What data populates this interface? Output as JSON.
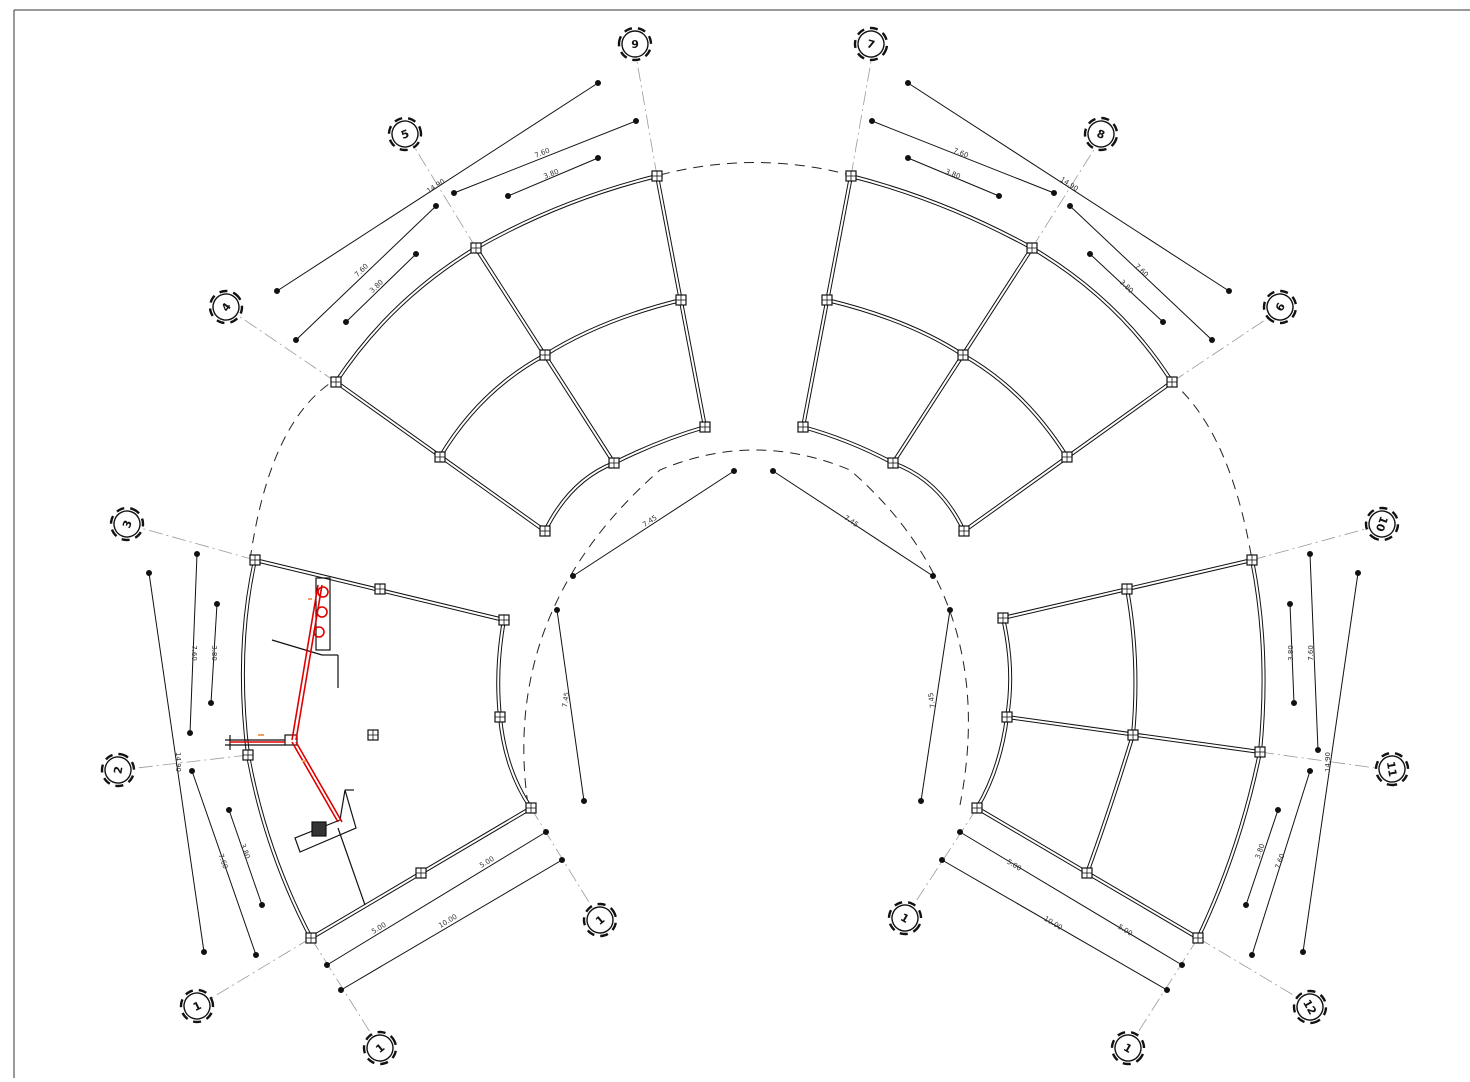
{
  "grid_labels": [
    "1",
    "2",
    "3",
    "4",
    "5",
    "6",
    "7",
    "8",
    "9",
    "10",
    "11",
    "12"
  ],
  "auxiliary_grid_label": "1",
  "dimensions": {
    "outer_span": "14.90",
    "middle_span": "7.60",
    "inner_span": "3.80",
    "radial_span": "7.45",
    "radial_long": "10.00",
    "radial_half": "5.00"
  },
  "colors": {
    "line": "#111111",
    "gridline": "#888888",
    "highlight": "#e00000",
    "annotation": "#f0a060",
    "frame": "#333333"
  },
  "icons": [
    "grid-bubble-icon",
    "column-node-icon",
    "dimension-end-dot-icon"
  ]
}
